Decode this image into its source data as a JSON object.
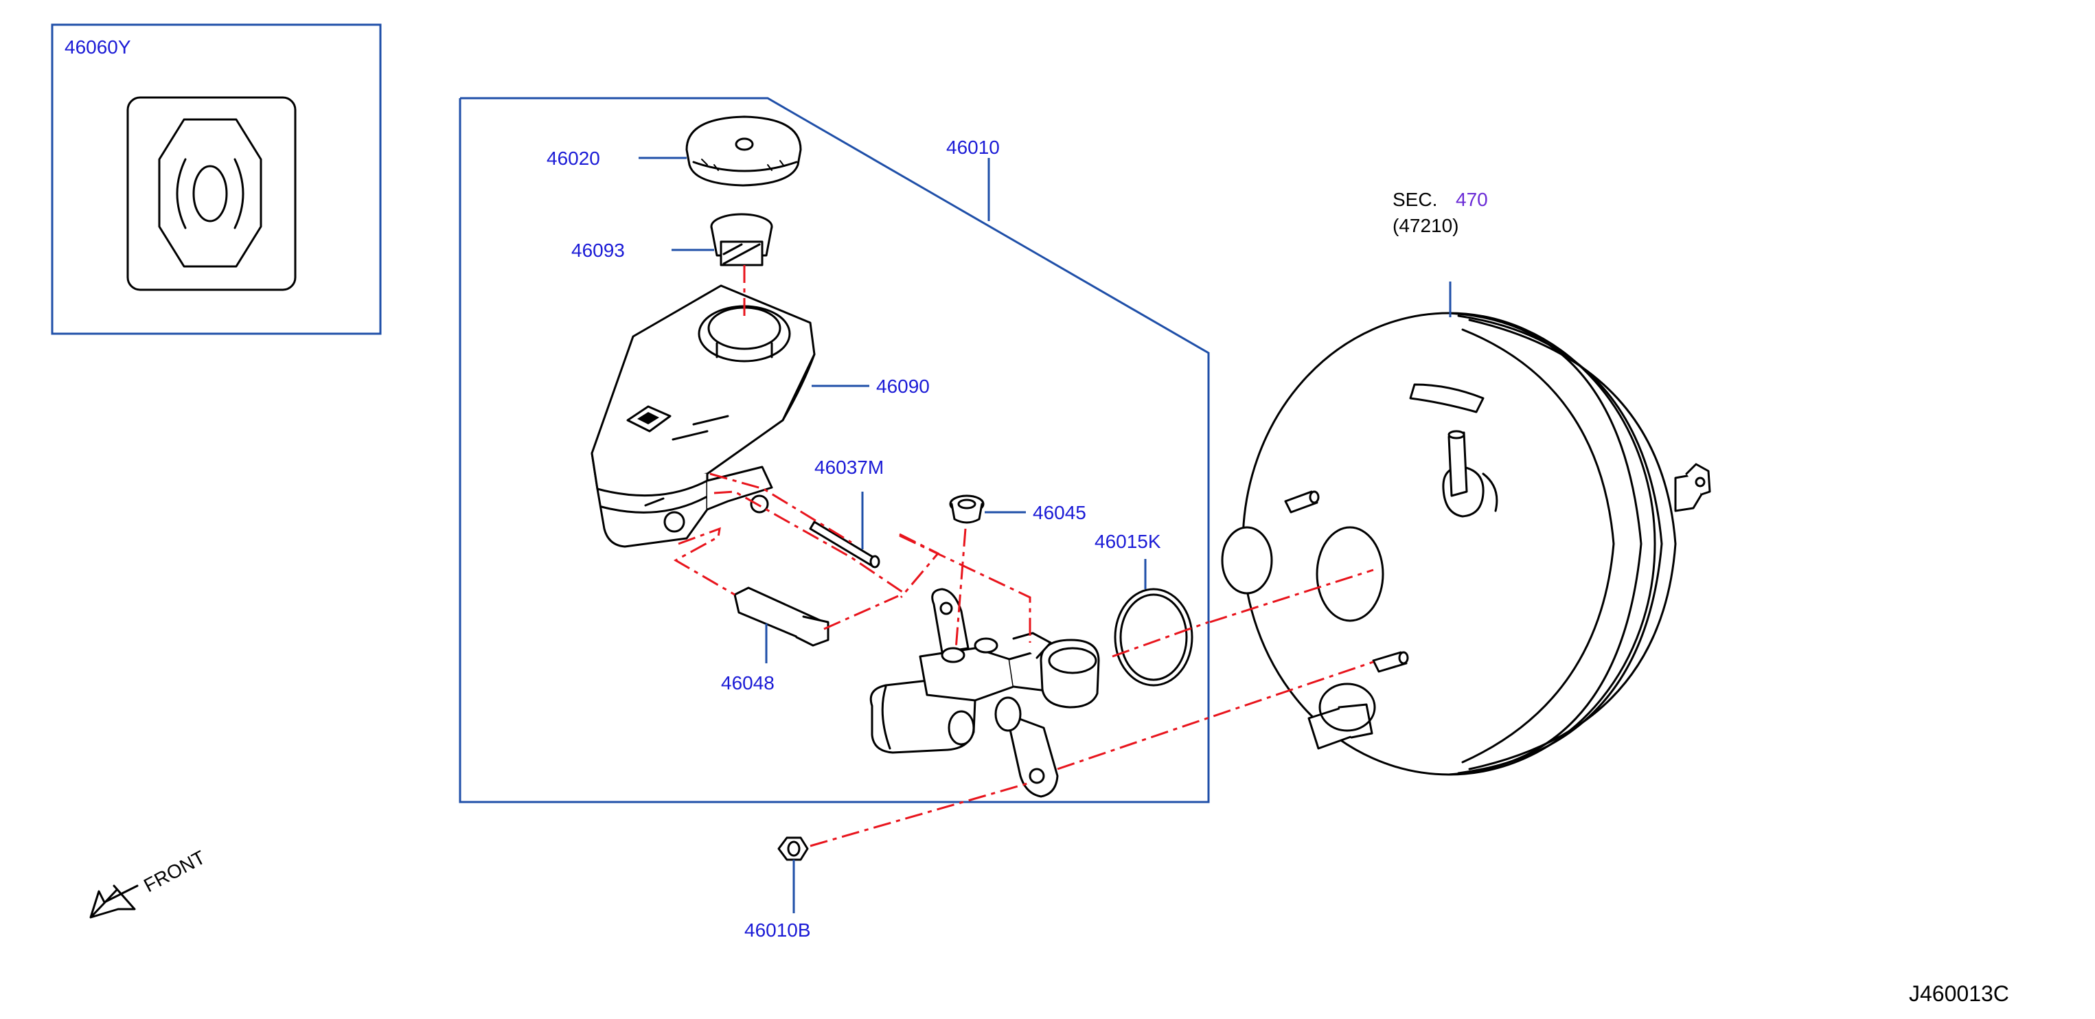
{
  "labels": {
    "p46060Y": "46060Y",
    "p46010": "46010",
    "p46020": "46020",
    "p46093": "46093",
    "p46090": "46090",
    "p46037M": "46037M",
    "p46045": "46045",
    "p46015K": "46015K",
    "p46048": "46048",
    "p46010B": "46010B",
    "sec": "SEC.",
    "sec_num": "470",
    "sec_ref": "(47210)",
    "front": "FRONT",
    "drawing_id": "J460013C"
  },
  "colors": {
    "part_number": "#1a1ad6",
    "frame": "#1f4fa8",
    "centerline": "#e8141c",
    "section_ref": "#6a2bd6"
  }
}
